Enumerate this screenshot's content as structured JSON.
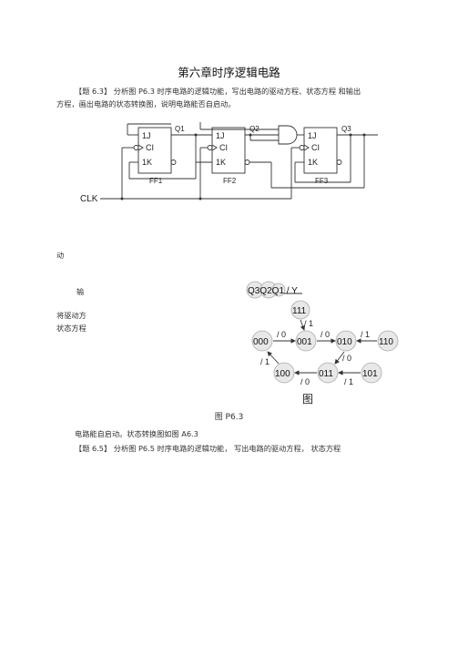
{
  "title": "第六章时序逻辑电路",
  "problem_6_3": {
    "line1": "【题 6.3】 分析图 P6.3 时序电路的逻辑功能，写出电路的驱动方程、状态方程  和输出",
    "line2": "方程，画出电路的状态转换图，说明电路能否自启动。"
  },
  "circuit": {
    "j_label": "1J",
    "c_label": "CI",
    "k_label": "1K",
    "clk_label": "CLK",
    "ff_labels": [
      "FF1",
      "FF2",
      "FF3"
    ],
    "q_labels": [
      "Q1",
      "Q2",
      "Q3"
    ]
  },
  "fragments": {
    "dong": "动",
    "shu": "输",
    "jiang": "将驱动方",
    "zhuangtai": "状态方程"
  },
  "state_diagram": {
    "header": "Q3Q2Q1 / Y",
    "states": [
      "111",
      "000",
      "001",
      "010",
      "110",
      "100",
      "011",
      "101"
    ],
    "edge_labels": [
      "/ 1",
      "/ 0",
      "/ 0",
      "/ 1",
      "/ 0",
      "/ 1",
      "/ 0",
      "/ 1"
    ],
    "caption_char": "图"
  },
  "figure_caption": "图  P6.3",
  "conclusion": "电路能自启动。状态转换图如图      A6.3",
  "problem_6_5": "【题 6.5】 分析图 P6.5 时序电路的逻辑功能，     写出电路的驱动方程，      状态方程"
}
